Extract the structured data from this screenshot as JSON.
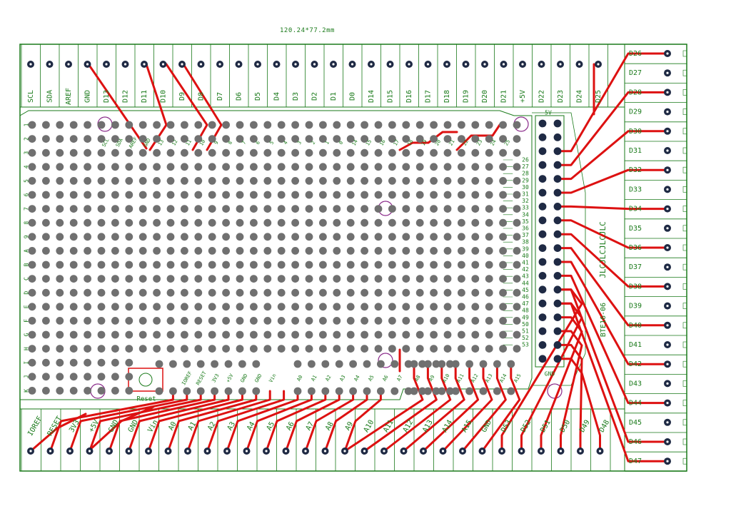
{
  "dimension_label": "120.24*77.2mm",
  "top_labels": [
    "SCL",
    "SDA",
    "AREF",
    "GND",
    "D13",
    "D12",
    "D11",
    "D10",
    "D9",
    "D8",
    "D7",
    "D6",
    "D5",
    "D4",
    "D3",
    "D2",
    "D1",
    "D0",
    "D14",
    "D15",
    "D16",
    "D17",
    "D18",
    "D19",
    "D20",
    "D21",
    "+5V",
    "D22",
    "D23",
    "D24",
    "D25"
  ],
  "right_labels": [
    "D26",
    "D27",
    "D28",
    "D29",
    "D30",
    "D31",
    "D32",
    "D33",
    "D34",
    "D35",
    "D36",
    "D37",
    "D38",
    "D39",
    "D40",
    "D41",
    "D42",
    "D43",
    "D44",
    "D45",
    "D46",
    "D47"
  ],
  "bottom_labels": [
    "IOREF",
    "RESET",
    "3V3",
    "+5V",
    "GND",
    "GND",
    "Vin",
    "A0",
    "A1",
    "A2",
    "A3",
    "A4",
    "A5",
    "A6",
    "A7",
    "A8",
    "A9",
    "A10",
    "A11",
    "A12",
    "A13",
    "A14",
    "A15",
    "GND",
    "D53",
    "D52",
    "D51",
    "D50",
    "D49",
    "D48"
  ],
  "row_letters": [
    "1",
    "2",
    "3",
    "4",
    "5",
    "6",
    "7",
    "8",
    "9",
    "A",
    "B",
    "C",
    "D",
    "E",
    "F",
    "G",
    "H",
    "I",
    "J",
    "K"
  ],
  "inner_top_labels": [
    "SCL",
    "SDA",
    "AREF",
    "GND",
    "13",
    "12",
    "11",
    "10",
    "9",
    "8",
    "7",
    "6",
    "5",
    "4",
    "3",
    "2",
    "1",
    "0",
    "14",
    "15",
    "16",
    "17",
    "18",
    "19",
    "20",
    "21",
    "22",
    "23",
    "24",
    "25"
  ],
  "inner_right_numbers": [
    "26",
    "27",
    "28",
    "29",
    "30",
    "31",
    "32",
    "33",
    "34",
    "35",
    "36",
    "37",
    "38",
    "39",
    "40",
    "41",
    "42",
    "43",
    "44",
    "45",
    "46",
    "47",
    "48",
    "49",
    "50",
    "51",
    "52",
    "53"
  ],
  "header_top_label": "5V",
  "header_bottom_label": "GND",
  "power_labels": [
    "IOREF",
    "RESET",
    "3V3",
    "+5V",
    "GND",
    "GND",
    "Vin"
  ],
  "analog_labels": [
    "A0",
    "A1",
    "A2",
    "A3",
    "A4",
    "A5",
    "A6",
    "A7"
  ],
  "analog_labels_2": [
    "A8",
    "A9",
    "A10",
    "A11",
    "A12",
    "A13",
    "A14",
    "A15"
  ],
  "reset_label": "Reset",
  "vendor_text": "JLCJLCJLCJLC",
  "date_text": "BTE16-06",
  "colors": {
    "outline": "#1a7a1a",
    "trace": "#dd1111",
    "pad": "#707070",
    "pad_dark": "#1f2a44",
    "mount": "#8a2a8a"
  }
}
